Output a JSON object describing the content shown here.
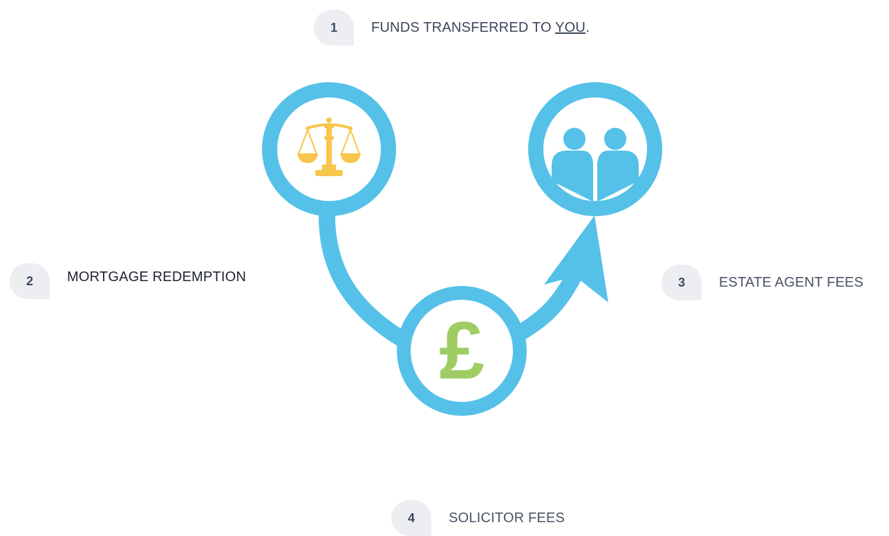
{
  "steps": [
    {
      "number": "1",
      "label_pre": "FUNDS TRANSFERRED TO ",
      "label_underlined": "YOU",
      "label_post": "."
    },
    {
      "number": "2",
      "label": "MORTGAGE REDEMPTION"
    },
    {
      "number": "3",
      "label": "ESTATE AGENT FEES"
    },
    {
      "number": "4",
      "label": "SOLICITOR FEES"
    }
  ],
  "icons": {
    "scales": "scales-of-justice-icon",
    "people": "two-people-icon",
    "pound": "pound-sign-icon"
  },
  "currency_symbol": "£",
  "colors": {
    "ring": "#55c1e8",
    "scales": "#f7c64c",
    "pound": "#9fcd63",
    "badge_bg": "#eceef1",
    "badge_text": "#3d4a63"
  }
}
